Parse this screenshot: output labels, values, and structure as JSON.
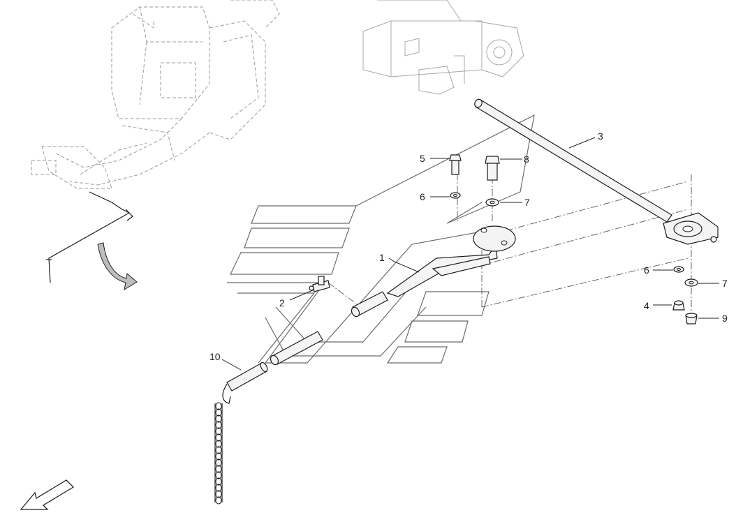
{
  "callouts": [
    {
      "id": "c1",
      "label": "1"
    },
    {
      "id": "c2",
      "label": "2"
    },
    {
      "id": "c3",
      "label": "3"
    },
    {
      "id": "c4",
      "label": "4"
    },
    {
      "id": "c5",
      "label": "5"
    },
    {
      "id": "c6a",
      "label": "6"
    },
    {
      "id": "c6b",
      "label": "6"
    },
    {
      "id": "c7a",
      "label": "7"
    },
    {
      "id": "c7b",
      "label": "7"
    },
    {
      "id": "c8",
      "label": "8"
    },
    {
      "id": "c9",
      "label": "9"
    },
    {
      "id": "c10",
      "label": "10"
    }
  ]
}
